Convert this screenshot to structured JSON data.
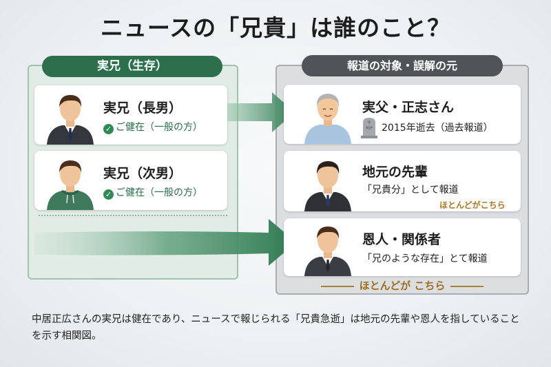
{
  "title": "ニュースの「兄貴」は誰のこと？",
  "left_panel": {
    "header": "実兄（生存）",
    "cards": [
      {
        "name": "実兄（長男）",
        "status": "ご健在（一般の方）"
      },
      {
        "name": "実兄（次男）",
        "status": "ご健在（一般の方）"
      }
    ]
  },
  "right_panel": {
    "header": "報道の対象・誤解の元",
    "cards": [
      {
        "name": "実父・正志さん",
        "sub": "2015年逝去（過去報道）",
        "tomb_text": "RIP"
      },
      {
        "name": "地元の先輩",
        "sub": "「兄貴分」として報道",
        "note": "ほとんどがこちら"
      },
      {
        "name": "恩人・関係者",
        "sub": "「兄のような存在」とて報道"
      }
    ],
    "footer_note": "ほとんどが こちら"
  },
  "caption": "中居正広さんの実兄は健在であり、ニュースで報じられる「兄貴急逝」は地元の先輩や恩人を指していることを示す相関図。",
  "colors": {
    "green_dark": "#2d6e4c",
    "gray_dark": "#505458",
    "gold": "#a77826"
  }
}
